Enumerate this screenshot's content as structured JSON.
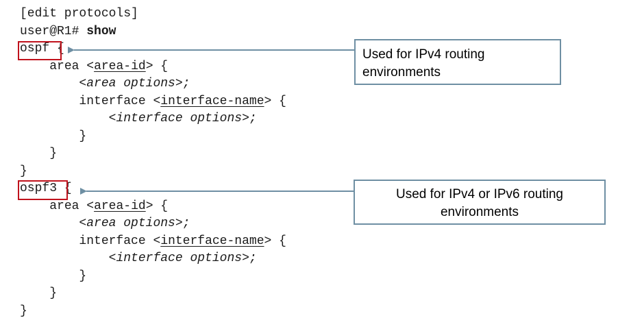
{
  "code": {
    "lines": [
      "[edit protocols]",
      "user@R1#",
      "show",
      "ospf",
      "{",
      "area",
      "<",
      "area-id",
      "> {",
      "<",
      "area options",
      ">;",
      "interface",
      "<",
      "interface-name",
      "> {",
      "<",
      "interface options",
      ">;",
      "}",
      "}",
      "}",
      "ospf3",
      "{"
    ]
  },
  "callouts": {
    "ipv4": "Used for IPv4 routing environments",
    "ipv4_ipv6": "Used for IPv4 or IPv6 routing environments"
  },
  "colors": {
    "highlight_box": "#c0121c",
    "callout_border": "#6e8fa3"
  }
}
